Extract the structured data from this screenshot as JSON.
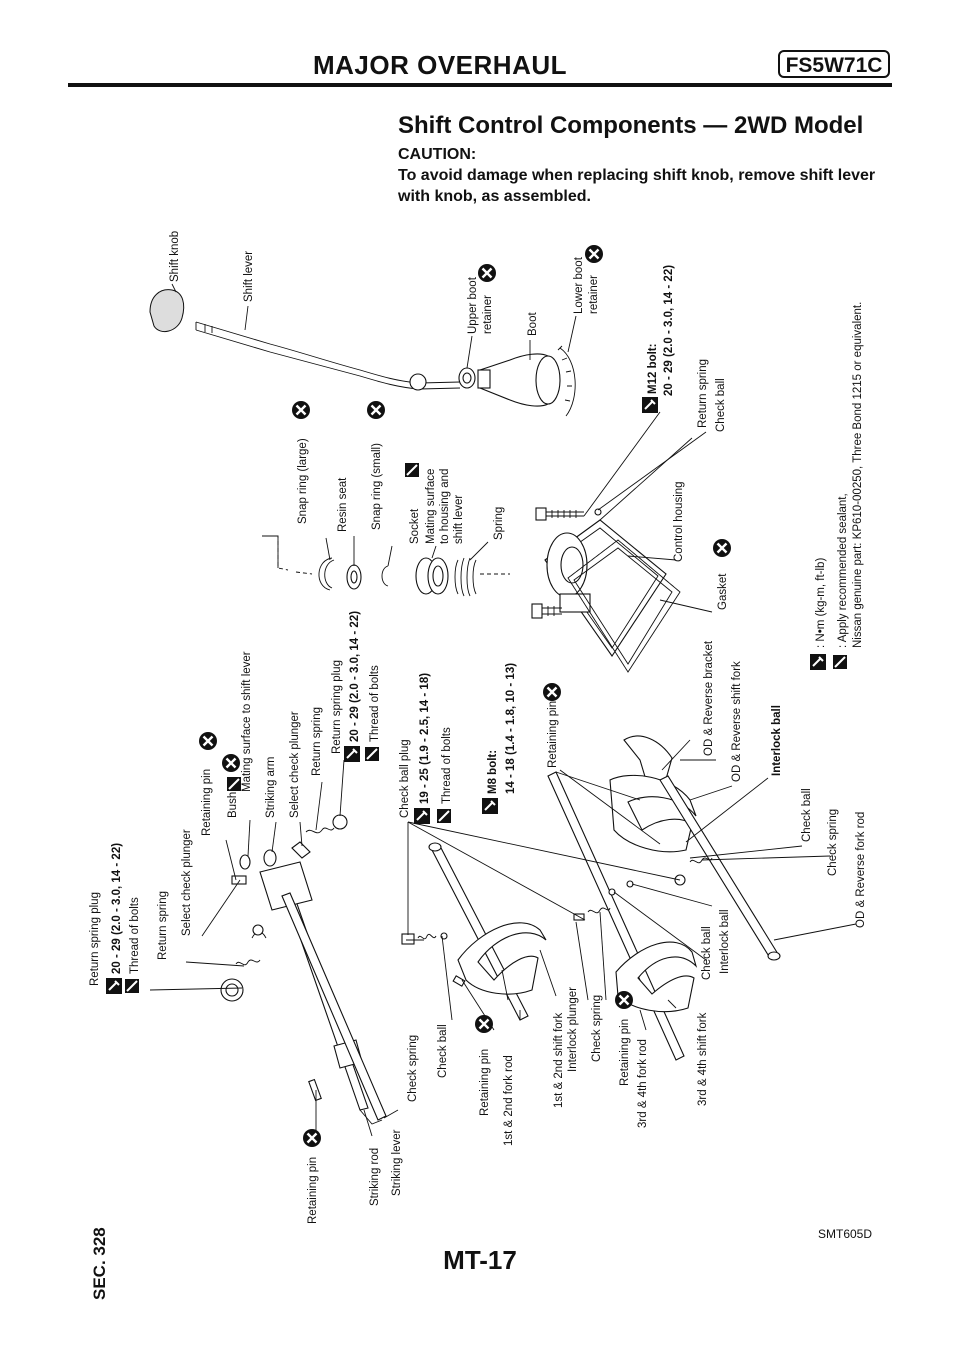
{
  "header": {
    "title": "MAJOR OVERHAUL",
    "code": "FS5W71C"
  },
  "section": {
    "title": "Shift Control Components — 2WD Model",
    "caution_label": "CAUTION:",
    "caution_text": "To avoid damage when replacing shift knob, remove shift lever with knob, as assembled."
  },
  "sec_label": "SEC. 328",
  "page_number": "MT-17",
  "figure_id": "SMT605D",
  "legend": {
    "torque_text": ": N•m (kg-m, ft-lb)",
    "sealant_text": ": Apply recommended sealant,",
    "sealant_text2": "Nissan genuine part: KP610-00250, Three Bond 1215 or equivalent.",
    "torque_icon": "torque-wrench-icon",
    "sealant_icon": "sealant-icon"
  },
  "labels": {
    "shift_knob": "Shift knob",
    "shift_lever": "Shift lever",
    "upper_boot_retainer_1": "Upper boot",
    "upper_boot_retainer_2": "retainer",
    "boot": "Boot",
    "lower_boot_retainer_1": "Lower boot",
    "lower_boot_retainer_2": "retainer",
    "m12_bolt": "M12 bolt:",
    "m12_torque": "20 - 29 (2.0 - 3.0, 14 - 22)",
    "snap_ring_large": "Snap ring (large)",
    "resin_seat": "Resin seat",
    "snap_ring_small": "Snap ring (small)",
    "socket": "Socket",
    "mating_1": "Mating surface",
    "mating_2": "to housing and",
    "mating_3": "shift lever",
    "spring": "Spring",
    "return_spring_r": "Return spring",
    "check_ball_r": "Check ball",
    "control_housing": "Control housing",
    "gasket": "Gasket",
    "return_spring_plug": "Return spring plug",
    "rsp_torque": "20 - 29 (2.0 - 3.0, 14 - 22)",
    "thread_of_bolts": "Thread of bolts",
    "return_spring_l": "Return spring",
    "select_check_plunger_l": "Select check plunger",
    "retaining_pin_1": "Retaining pin",
    "bushing": "Bushing",
    "mating_shift": "Mating surface to shift lever",
    "striking_arm": "Striking arm",
    "select_check_plunger_2": "Select check plunger",
    "return_spring_2": "Return spring",
    "return_spring_plug_2": "Return spring plug",
    "rsp2_torque": "20 - 29 (2.0 - 3.0, 14 - 22)",
    "thread_of_bolts_2": "Thread of bolts",
    "check_ball_plug": "Check ball plug",
    "cbp_torque": "19 - 25 (1.9 - 2.5, 14 - 18)",
    "thread_of_bolts_3": "Thread of bolts",
    "m8_bolt": "M8 bolt:",
    "m8_torque": "14 - 18 (1.4 - 1.8, 10 - 13)",
    "retaining_pin_2": "Retaining pin",
    "od_rev_bracket": "OD & Reverse bracket",
    "od_rev_fork": "OD & Reverse shift fork",
    "interlock_ball_1": "Interlock ball",
    "check_ball_3": "Check ball",
    "check_spring_3": "Check spring",
    "od_rev_rod": "OD & Reverse fork rod",
    "retaining_pin_bl": "Retaining pin",
    "striking_rod": "Striking rod",
    "striking_lever": "Striking lever",
    "check_spring_1": "Check spring",
    "check_ball_1": "Check ball",
    "retaining_pin_3": "Retaining pin",
    "rod_12": "1st & 2nd fork rod",
    "fork_12": "1st & 2nd shift fork",
    "interlock_plunger": "Interlock plunger",
    "check_spring_2": "Check spring",
    "retaining_pin_4": "Retaining pin",
    "rod_34": "3rd & 4th fork rod",
    "fork_34": "3rd & 4th shift fork",
    "check_ball_2": "Check ball",
    "interlock_ball_2": "Interlock ball"
  }
}
